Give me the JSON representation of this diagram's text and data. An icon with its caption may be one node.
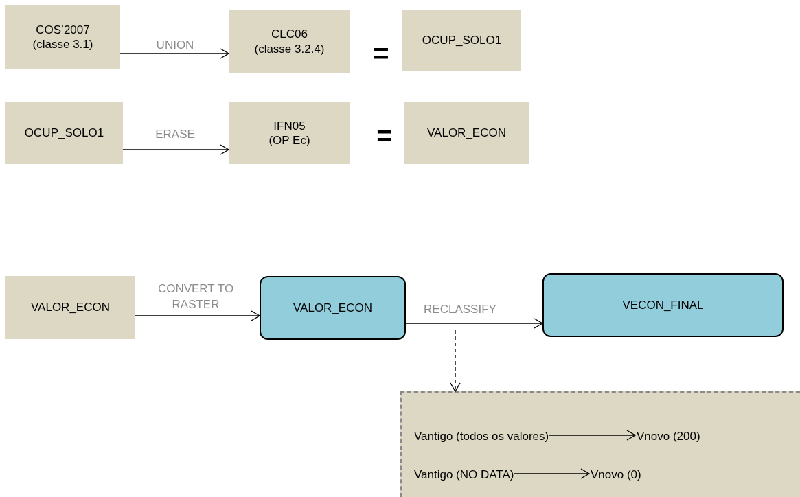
{
  "diagram": {
    "nodes": [
      {
        "text": [
          "COS’2007",
          "(classe 3.1)"
        ]
      },
      {
        "text": [
          "CLC06",
          "(classe 3.2.4)"
        ]
      },
      {
        "text": [
          "OCUP_SOLO1"
        ]
      },
      {
        "text": [
          "OCUP_SOLO1"
        ]
      },
      {
        "text": [
          "IFN05",
          "(OP Ec)"
        ]
      },
      {
        "text": [
          "VALOR_ECON"
        ]
      },
      {
        "text": [
          "VALOR_ECON"
        ]
      },
      {
        "text": [
          "VALOR_ECON"
        ]
      },
      {
        "text": [
          "VECON_FINAL"
        ]
      },
      {
        "text": [],
        "shape": "box"
      },
      {
        "text": [
          "Vantigo (todos os valores)"
        ],
        "in": 9
      },
      {
        "text": [
          "Vnovo (200)"
        ],
        "in": 9
      },
      {
        "text": [
          "Vantigo (NO DATA)"
        ],
        "in": 9
      },
      {
        "text": [
          "Vnovo (0)"
        ],
        "in": 9
      }
    ],
    "edges": [
      {
        "from": 0,
        "to": 1,
        "arrow": "to",
        "label": "UNION"
      },
      {
        "from": 3,
        "to": 4,
        "arrow": "to",
        "label": "ERASE"
      },
      {
        "from": 6,
        "to": 7,
        "arrow": "to",
        "label": "CONVERT TO RASTER"
      },
      {
        "from": 7,
        "to": 8,
        "arrow": "to",
        "label": "RECLASSIFY"
      },
      {
        "from": null,
        "to": 9,
        "arrow": "to",
        "style": "dashed"
      },
      {
        "from": 10,
        "to": 11,
        "arrow": "to"
      },
      {
        "from": 12,
        "to": 13,
        "arrow": "to"
      }
    ],
    "labels": [
      "=",
      "="
    ]
  }
}
